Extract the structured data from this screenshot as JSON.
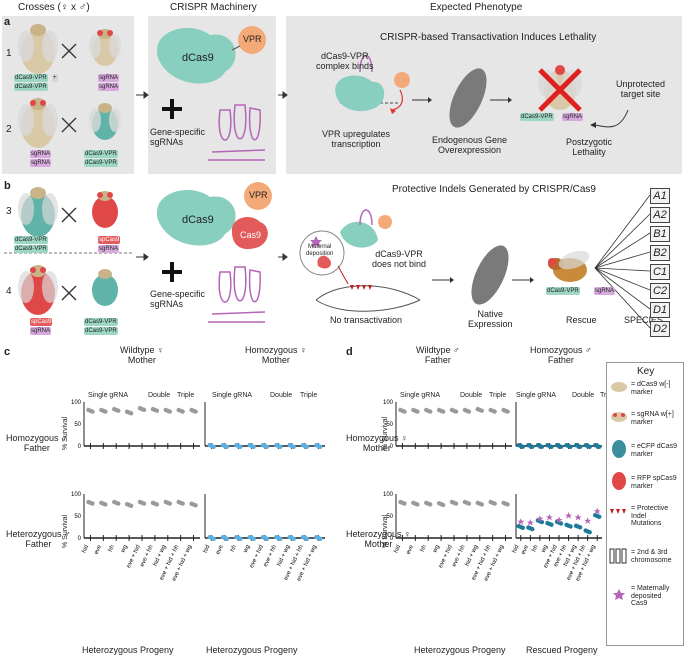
{
  "headers": {
    "crosses": "Crosses (♀ x ♂)",
    "machinery": "CRISPR Machinery",
    "phenotype": "Expected Phenotype"
  },
  "panel_a": {
    "label": "a",
    "title": "CRISPR-based Transactivation Induces Lethality",
    "cross1": "1",
    "cross2": "2",
    "vpr": "VPR",
    "dcas9": "dCas9",
    "sgrnas": "Gene-specific\nsgRNAs",
    "complex": "dCas9-VPR\ncomplex binds",
    "upreg": "VPR upregulates\ntranscription",
    "overexp": "Endogenous Gene\nOverexpression",
    "lethality": "Postzygotic\nLethality",
    "unprotected": "Unprotected\ntarget site"
  },
  "panel_b": {
    "label": "b",
    "title": "Protective Indels Generated by CRISPR/Cas9",
    "cross3": "3",
    "cross4": "4",
    "vpr": "VPR",
    "dcas9": "dCas9",
    "cas9": "Cas9",
    "sgrnas": "Gene-specific\nsgRNAs",
    "maternal": "Maternal\ndeposition",
    "notbind": "dCas9-VPR\ndoes not bind",
    "notrans": "No transactivation",
    "native": "Native\nExpression",
    "rescue": "Rescue",
    "species_label": "SPECIES",
    "species": [
      "A1",
      "A2",
      "B1",
      "B2",
      "C1",
      "C2",
      "D1",
      "D2"
    ]
  },
  "tags": {
    "dcas9vpr": "dCas9-VPR",
    "sgrna": "sgRNA",
    "spcas9": "spCas9",
    "plus": "+"
  },
  "panel_c": {
    "label": "c",
    "col1": "Wildtype ♀\nMother",
    "col2": "Homozygous ♀\nMother",
    "row1": "Homozygous ♂\nFather",
    "row2": "Heterozygous ♂\nFather",
    "foot1": "Heterozygous Progeny",
    "foot2": "Heterozygous Progeny"
  },
  "panel_d": {
    "label": "d",
    "col1": "Wildtype ♂\nFather",
    "col2": "Homozygous ♂\nFather",
    "row1": "Homozygous ♀\nMother",
    "row2": "Heterozygous ♀\nMother",
    "foot1": "Heterozygous Progeny",
    "foot2": "Rescued Progeny"
  },
  "groups": {
    "single": "Single gRNA",
    "double": "Double",
    "triple": "Triple"
  },
  "axis": {
    "ylabel": "% Survival",
    "ticks": [
      "100",
      "50",
      "0"
    ]
  },
  "categories": [
    "hid",
    "eve",
    "hh",
    "wg",
    "eve + hid",
    "eve + hh",
    "hid + wg",
    "eve + hid + hh",
    "eve + hid + wg"
  ],
  "chart_data": [
    {
      "type": "scatter",
      "panel": "c",
      "plot": "wildtype-mother x homozygous-father",
      "ylim": [
        0,
        100
      ],
      "categories": [
        "hid",
        "eve",
        "hh",
        "wg",
        "eve + hid",
        "eve + hh",
        "hid + wg",
        "eve + hid + hh",
        "eve + hid + wg"
      ],
      "values": [
        80,
        80,
        82,
        76,
        84,
        82,
        80,
        80,
        80
      ],
      "color": "#9a9a9a"
    },
    {
      "type": "scatter",
      "panel": "c",
      "plot": "homozygous-mother x homozygous-father",
      "ylim": [
        0,
        100
      ],
      "categories": [
        "hid",
        "eve",
        "hh",
        "wg",
        "eve + hid",
        "eve + hh",
        "hid + wg",
        "eve + hid + hh",
        "eve + hid + wg"
      ],
      "values": [
        0,
        0,
        0,
        0,
        0,
        0,
        0,
        0,
        0
      ],
      "color": "#5aaee0"
    },
    {
      "type": "scatter",
      "panel": "c",
      "plot": "wildtype-mother x heterozygous-father",
      "ylim": [
        0,
        100
      ],
      "categories": [
        "hid",
        "eve",
        "hh",
        "wg",
        "eve + hid",
        "eve + hh",
        "hid + wg",
        "eve + hid + hh",
        "eve + hid + wg"
      ],
      "values": [
        80,
        78,
        80,
        75,
        80,
        78,
        80,
        80,
        76
      ],
      "color": "#9a9a9a"
    },
    {
      "type": "scatter",
      "panel": "c",
      "plot": "homozygous-mother x heterozygous-father",
      "ylim": [
        0,
        100
      ],
      "categories": [
        "hid",
        "eve",
        "hh",
        "wg",
        "eve + hid",
        "eve + hh",
        "hid + wg",
        "eve + hid + hh",
        "eve + hid + wg"
      ],
      "values": [
        0,
        0,
        0,
        0,
        0,
        0,
        0,
        0,
        0
      ],
      "color": "#5aaee0"
    },
    {
      "type": "scatter",
      "panel": "d",
      "plot": "wildtype-father x homozygous-mother",
      "ylim": [
        0,
        100
      ],
      "categories": [
        "hid",
        "eve",
        "hh",
        "wg",
        "eve + hid",
        "eve + hh",
        "hid + wg",
        "eve + hid + hh",
        "eve + hid + wg"
      ],
      "values": [
        80,
        80,
        80,
        80,
        80,
        80,
        82,
        80,
        80
      ],
      "color": "#9a9a9a"
    },
    {
      "type": "scatter",
      "panel": "d",
      "plot": "homozygous-father x homozygous-mother",
      "ylim": [
        0,
        100
      ],
      "categories": [
        "hid",
        "eve",
        "hh",
        "wg",
        "eve + hid",
        "eve + hh",
        "hid + wg",
        "eve + hid + hh",
        "eve + hid + wg"
      ],
      "values": [
        0,
        0,
        0,
        0,
        0,
        0,
        0,
        0,
        0
      ],
      "color": "#1f7a9a"
    },
    {
      "type": "scatter",
      "panel": "d",
      "plot": "wildtype-father x heterozygous-mother",
      "ylim": [
        0,
        100
      ],
      "categories": [
        "hid",
        "eve",
        "hh",
        "wg",
        "eve + hid",
        "eve + hh",
        "hid + wg",
        "eve + hid + hh",
        "eve + hid + wg"
      ],
      "values": [
        80,
        78,
        78,
        77,
        80,
        80,
        78,
        80,
        78
      ],
      "color": "#9a9a9a"
    },
    {
      "type": "scatter",
      "panel": "d",
      "plot": "homozygous-father x heterozygous-mother (rescued)",
      "ylim": [
        0,
        100
      ],
      "categories": [
        "hid",
        "eve",
        "hh",
        "wg",
        "eve + hid",
        "eve + hh",
        "hid + wg",
        "eve + hid + hh",
        "eve + hid + wg"
      ],
      "values": [
        25,
        22,
        38,
        32,
        35,
        28,
        26,
        15,
        50
      ],
      "maternal_cas9": [
        38,
        36,
        45,
        48,
        42,
        52,
        48,
        40,
        62
      ],
      "color": "#1f7a9a",
      "star_color": "#b565b8"
    }
  ],
  "key": {
    "title": "Key",
    "items": [
      {
        "icon": "fly-icon",
        "label": "= dCas9 w[-]\nmarker"
      },
      {
        "icon": "fly-red-eye-icon",
        "label": "= sgRNA w[+]\nmarker"
      },
      {
        "icon": "teal-body-icon",
        "label": "= eCFP dCas9\nmarker"
      },
      {
        "icon": "red-body-icon",
        "label": "= RFP spCas9\nmarker"
      },
      {
        "icon": "indel-icon",
        "label": "= Protective\nIndel\nMutations"
      },
      {
        "icon": "chromosome-icon",
        "label": "= 2nd & 3rd\nchromosome"
      },
      {
        "icon": "star-icon",
        "label": "= Maternally\ndeposited\nCas9"
      }
    ]
  },
  "colors": {
    "teal": "#6cc4b4",
    "red": "#e04848",
    "purple": "#b565b8",
    "panelbg": "#e6e6e6",
    "blue": "#5aaee0",
    "darkblue": "#1f7a9a"
  }
}
